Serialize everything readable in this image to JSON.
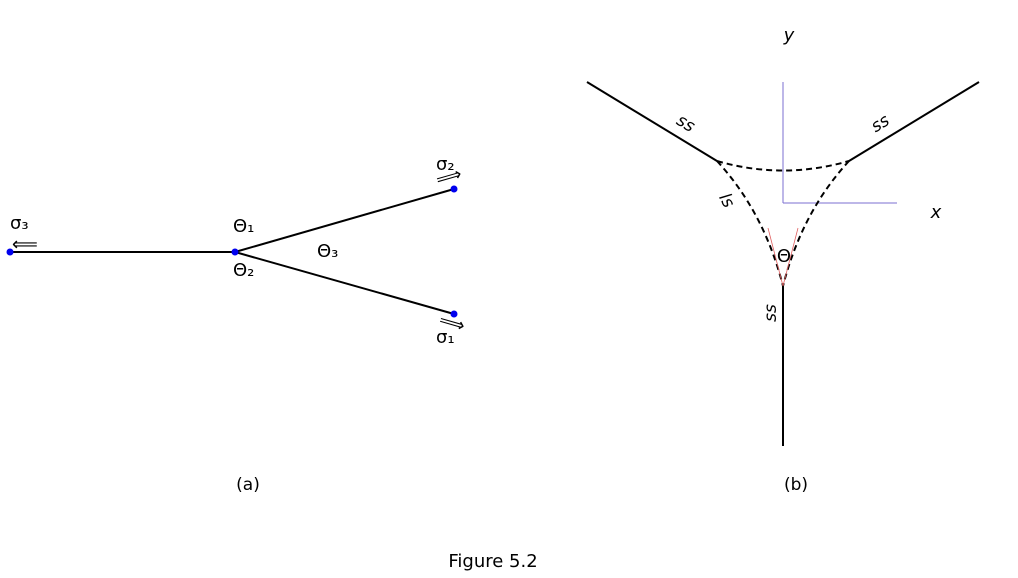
{
  "figure_title": "Figure 5.2",
  "panel_a": {
    "caption": "(a)",
    "labels": {
      "sigma3": "σ₃",
      "sigma2": "σ₂",
      "sigma1": "σ₁",
      "theta1": "Θ₁",
      "theta2": "Θ₂",
      "theta3": "Θ₃"
    },
    "arrows": {
      "left": "⟸",
      "upper": "⟹",
      "lower": "⟹"
    }
  },
  "panel_b": {
    "caption": "(b)",
    "axis_x": "x",
    "axis_y": "y",
    "ss_left": "ss",
    "ss_right": "ss",
    "ss_bottom": "ss",
    "ls_label": "ls",
    "theta": "Θ"
  },
  "colors": {
    "line": "#000000",
    "dots": "#0000ee",
    "axes": "#7b6fd0",
    "tangents": "#e06060"
  }
}
